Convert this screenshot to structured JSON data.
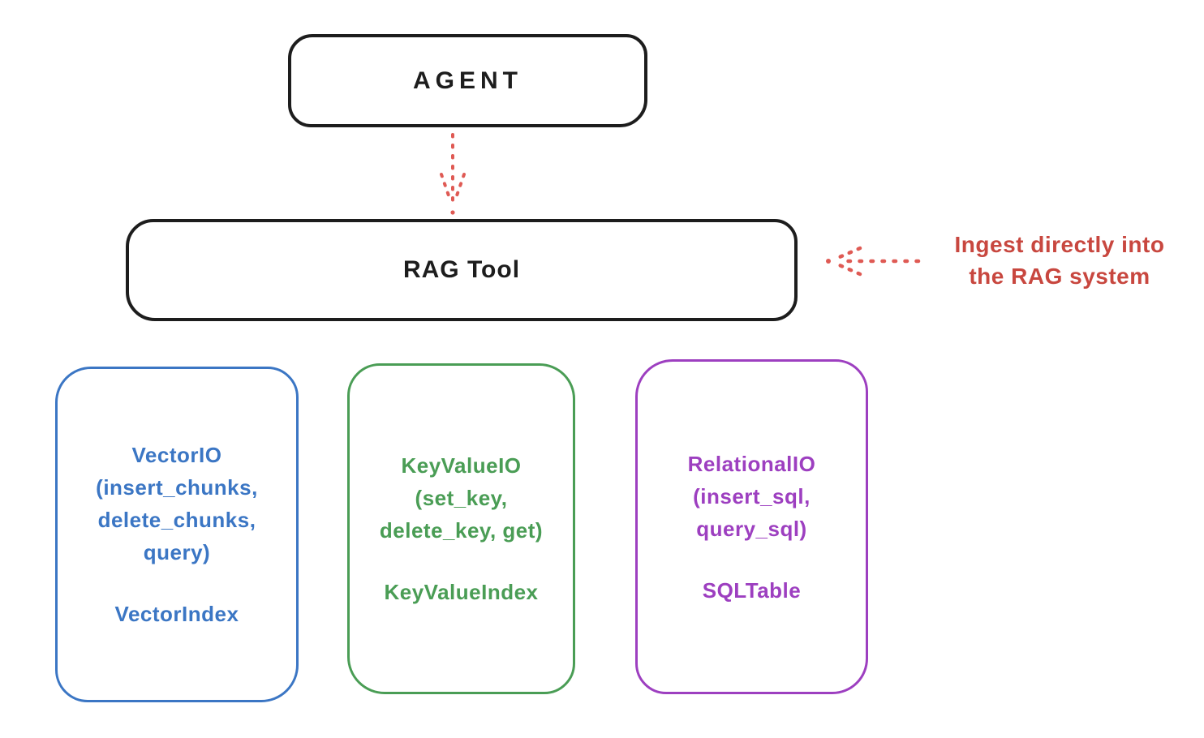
{
  "colors": {
    "ink_black": "#1d1d1d",
    "annotation_red_text": "#c8473f",
    "annotation_red_arrow": "#df5a54",
    "vector_blue": "#3b76c4",
    "keyvalue_green": "#4a9d55",
    "relational_purple": "#9d3fc0"
  },
  "nodes": {
    "agent": {
      "label": "AGENT"
    },
    "rag_tool": {
      "label": "RAG Tool"
    },
    "vector_io": {
      "lines": [
        "VectorIO",
        "(insert_chunks,",
        "delete_chunks,",
        "query)"
      ],
      "index_label": "VectorIndex"
    },
    "key_value_io": {
      "lines": [
        "KeyValueIO",
        "(set_key,",
        "delete_key, get)"
      ],
      "index_label": "KeyValueIndex"
    },
    "relational_io": {
      "lines": [
        "RelationalIO",
        "(insert_sql,",
        "query_sql)"
      ],
      "index_label": "SQLTable"
    }
  },
  "annotation": {
    "lines": [
      "Ingest directly into",
      "the RAG system"
    ]
  }
}
